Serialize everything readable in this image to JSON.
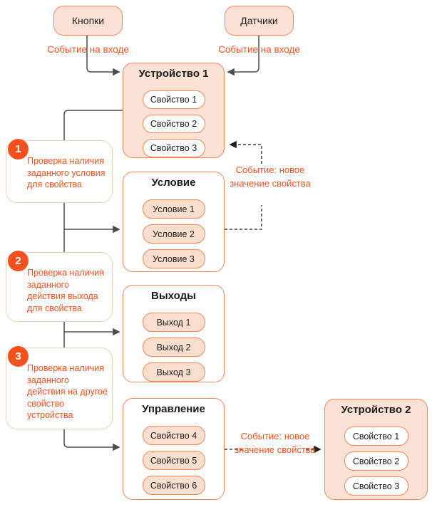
{
  "sources": {
    "buttons": "Кнопки",
    "sensors": "Датчики"
  },
  "labels": {
    "input_event_left": "Событие на входе",
    "input_event_right": "Событие на входе",
    "event_new_value_condition": "Событие: новое значение свойства",
    "event_new_value_control": "Событие: новое значение свойства"
  },
  "groups": {
    "device1": {
      "title": "Устройство 1",
      "items": [
        "Свойство 1",
        "Свойство 2",
        "Свойство 3"
      ]
    },
    "condition": {
      "title": "Условие",
      "items": [
        "Условие 1",
        "Условие 2",
        "Условие 3"
      ]
    },
    "outputs": {
      "title": "Выходы",
      "items": [
        "Выход 1",
        "Выход 2",
        "Выход 3"
      ]
    },
    "control": {
      "title": "Управление",
      "items": [
        "Свойство 4",
        "Свойство 5",
        "Свойство 6"
      ]
    },
    "device2": {
      "title": "Устройство 2",
      "items": [
        "Свойство 1",
        "Свойство 2",
        "Свойство 3"
      ]
    }
  },
  "notes": [
    {
      "number": "1",
      "text": "Проверка наличия заданного условия для свойства"
    },
    {
      "number": "2",
      "text": "Проверка наличия заданного действия выхода для свойства"
    },
    {
      "number": "3",
      "text": "Проверка наличия заданного действия на другое свойство устройства"
    }
  ],
  "colors": {
    "accent_orange": "#f4511e",
    "border_orange": "#f0875a",
    "fill_peach": "#fce2d4",
    "note_border": "#f6cdb6",
    "line_gray": "#4c4c4c",
    "dashed_line": "#3f3f3f",
    "text_dark": "#1c1c1e",
    "background": "#ffffff"
  }
}
